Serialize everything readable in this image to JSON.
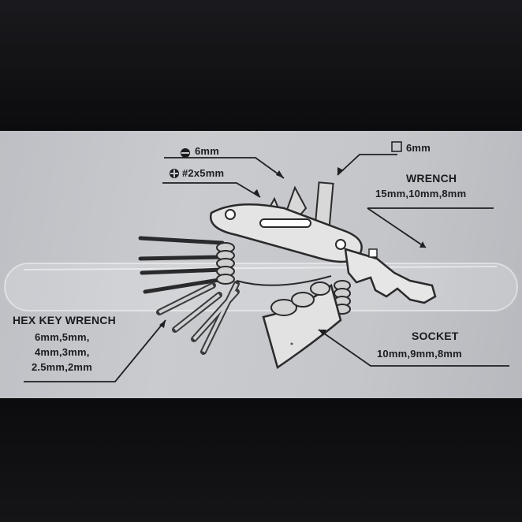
{
  "callouts": {
    "flat_driver": "6mm",
    "phillips_driver": "#2x5mm",
    "square_driver": "6mm",
    "wrench_title": "WRENCH",
    "wrench_sizes": "15mm,10mm,8mm",
    "hex_title": "HEX KEY WRENCH",
    "hex_sizes_1": "6mm,5mm,",
    "hex_sizes_2": "4mm,3mm,",
    "hex_sizes_3": "2.5mm,2mm",
    "socket_title": "SOCKET",
    "socket_sizes": "10mm,9mm,8mm"
  },
  "icons": [
    "flat-head-icon",
    "phillips-head-icon",
    "square-head-icon"
  ]
}
